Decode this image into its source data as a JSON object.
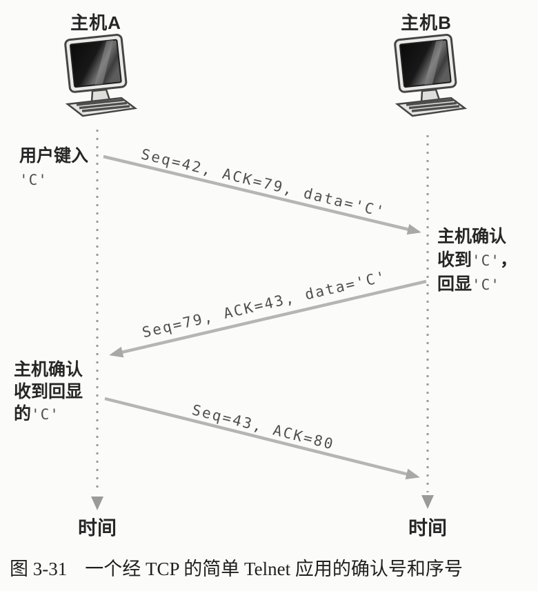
{
  "colors": {
    "background": "#fbfbfa",
    "text": "#262626",
    "mono_text": "#4f4f4f",
    "arrow": "#b5b5b5",
    "arrowhead": "#a8a8a8",
    "lifeline": "#9a9a9a"
  },
  "hosts": {
    "a_label": "主机A",
    "b_label": "主机B"
  },
  "messages": [
    {
      "label": "Seq=42, ACK=79, data='C'",
      "direction": "a-to-b"
    },
    {
      "label": "Seq=79, ACK=43, data='C'",
      "direction": "b-to-a"
    },
    {
      "label": "Seq=43, ACK=80",
      "direction": "a-to-b"
    }
  ],
  "annotations": {
    "left_top": [
      [
        "用户键入"
      ],
      [
        "'C'"
      ]
    ],
    "right_middle": [
      [
        "主机确认"
      ],
      [
        "收到",
        "'C'",
        "，"
      ],
      [
        "回显",
        "'C'"
      ]
    ],
    "left_bottom": [
      [
        "主机确认"
      ],
      [
        "收到回显"
      ],
      [
        "的",
        "'C'"
      ]
    ]
  },
  "time_axis": {
    "left": "时间",
    "right": "时间"
  },
  "caption": {
    "number": "图 3-31",
    "text": "一个经 TCP 的简单 Telnet 应用的确认号和序号"
  }
}
